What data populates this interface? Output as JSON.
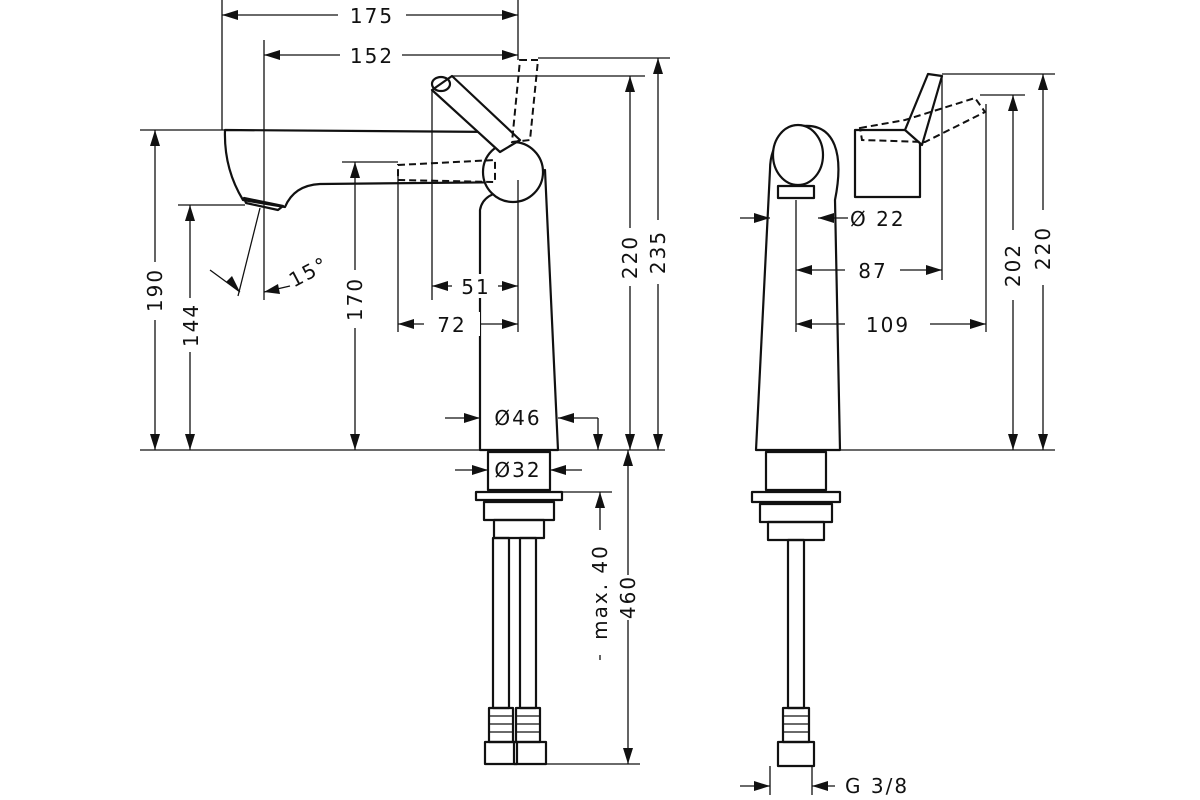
{
  "labels": {
    "w175": "175",
    "w152": "152",
    "h190": "190",
    "h144": "144",
    "ang15": "15°",
    "h170": "170",
    "w51": "51",
    "w72": "72",
    "h220": "220",
    "h235": "235",
    "d46": "Ø46",
    "d32": "Ø32",
    "max40": "max. 40",
    "h460": "460",
    "d22": "Ø 22",
    "w87": "87",
    "w109": "109",
    "r202": "202",
    "r220": "220",
    "g38": "G 3/8"
  }
}
